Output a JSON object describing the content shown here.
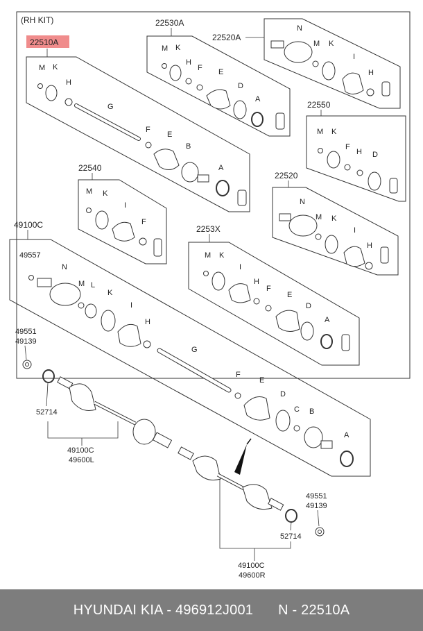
{
  "kit_label": "(RH KIT)",
  "highlight_color": "#f08c8c",
  "footer_color": "#7d7d7d",
  "groups": {
    "g22510A": {
      "code": "22510A",
      "parts": [
        "M",
        "K",
        "H",
        "G",
        "F",
        "E",
        "B",
        "A"
      ]
    },
    "g22530A": {
      "code": "22530A",
      "parts": [
        "M",
        "K",
        "H",
        "F",
        "E",
        "D",
        "A"
      ]
    },
    "g22520A": {
      "code": "22520A",
      "parts": [
        "N",
        "M",
        "K",
        "I",
        "H"
      ]
    },
    "g22550": {
      "code": "22550",
      "parts": [
        "M",
        "K",
        "F",
        "H",
        "D"
      ]
    },
    "g22540": {
      "code": "22540",
      "parts": [
        "M",
        "K",
        "I",
        "F"
      ]
    },
    "g22520": {
      "code": "22520",
      "parts": [
        "N",
        "M",
        "K",
        "I",
        "H"
      ]
    },
    "g2253X": {
      "code": "2253X",
      "parts": [
        "M",
        "K",
        "I",
        "H",
        "F",
        "E",
        "D",
        "A"
      ]
    },
    "g49100C": {
      "code": "49100C",
      "parts": [
        "N",
        "M",
        "L",
        "K",
        "I",
        "H",
        "G",
        "F",
        "E",
        "D",
        "C",
        "B",
        "A"
      ]
    }
  },
  "callouts": {
    "c49557": "49557",
    "c49551_left": "49551",
    "c49139_left": "49139",
    "c52714_left": "52714",
    "c49100C_left": "49100C",
    "c49600L": "49600L",
    "c49551_right": "49551",
    "c49139_right": "49139",
    "c52714_right": "52714",
    "c49100C_right": "49100C",
    "c49600R": "49600R"
  },
  "footer": {
    "brand": "HYUNDAI  KIA - 496912J001",
    "ref": "N - 22510A"
  }
}
